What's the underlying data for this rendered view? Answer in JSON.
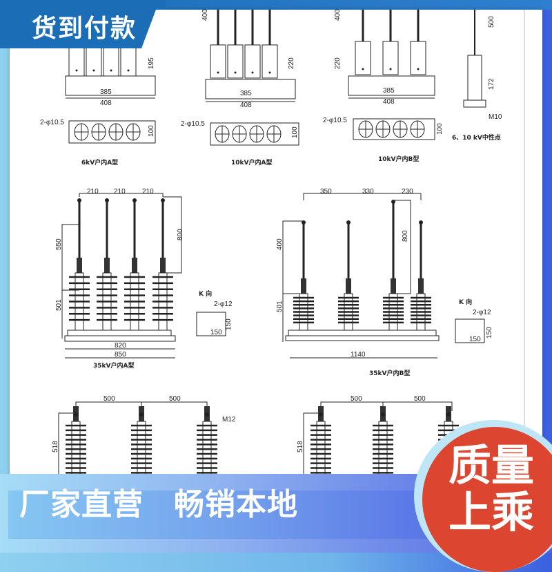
{
  "badge": {
    "label": "货到付款"
  },
  "banner": {
    "left": "厂家直营",
    "right": "畅销本地"
  },
  "seal": {
    "line1": "质量",
    "line2": "上乘"
  },
  "colors": {
    "badge": "#1b6db5",
    "seal": "#dc4530",
    "banner_end": "#4f63e2"
  },
  "drawing": {
    "top": {
      "g1": {
        "w1": "385",
        "w2": "408",
        "h": "195",
        "hole": "2-φ10.5",
        "depth": "100",
        "caption": "6kV户内A型"
      },
      "g2": {
        "top": "400",
        "w1": "385",
        "w2": "408",
        "h": "220",
        "hole": "2-φ10.5",
        "depth": "100",
        "caption": "10kV户内A型"
      },
      "g3": {
        "top": "400",
        "h": "220",
        "w1": "385",
        "w2": "408",
        "hole": "2-φ10.5",
        "depth": "100",
        "caption": "10kV户内B型"
      },
      "g4": {
        "top": "500",
        "h": "172",
        "bolt": "M10",
        "caption": "6、10 kV中性点"
      }
    },
    "mid": {
      "a": {
        "d1": "210",
        "d2": "210",
        "d3": "210",
        "v1": "550",
        "v2": "800",
        "v3": "501",
        "w1": "820",
        "w2": "850",
        "view": "K 向",
        "hole": "2-φ12",
        "s1": "150",
        "s2": "150",
        "caption": "35kV户内A型"
      },
      "b": {
        "d1": "350",
        "d2": "330",
        "d3": "230",
        "v1": "400",
        "v2": "800",
        "v3": "501",
        "w1": "1140",
        "view": "K 向",
        "hole": "2-φ12",
        "s1": "150",
        "s2": "150",
        "caption": "35kV户内B型"
      }
    },
    "bottom": {
      "a": {
        "d1": "500",
        "d2": "500",
        "v": "518",
        "bolt": "M12"
      },
      "b": {
        "d1": "500",
        "d2": "500",
        "v": "518"
      }
    }
  }
}
